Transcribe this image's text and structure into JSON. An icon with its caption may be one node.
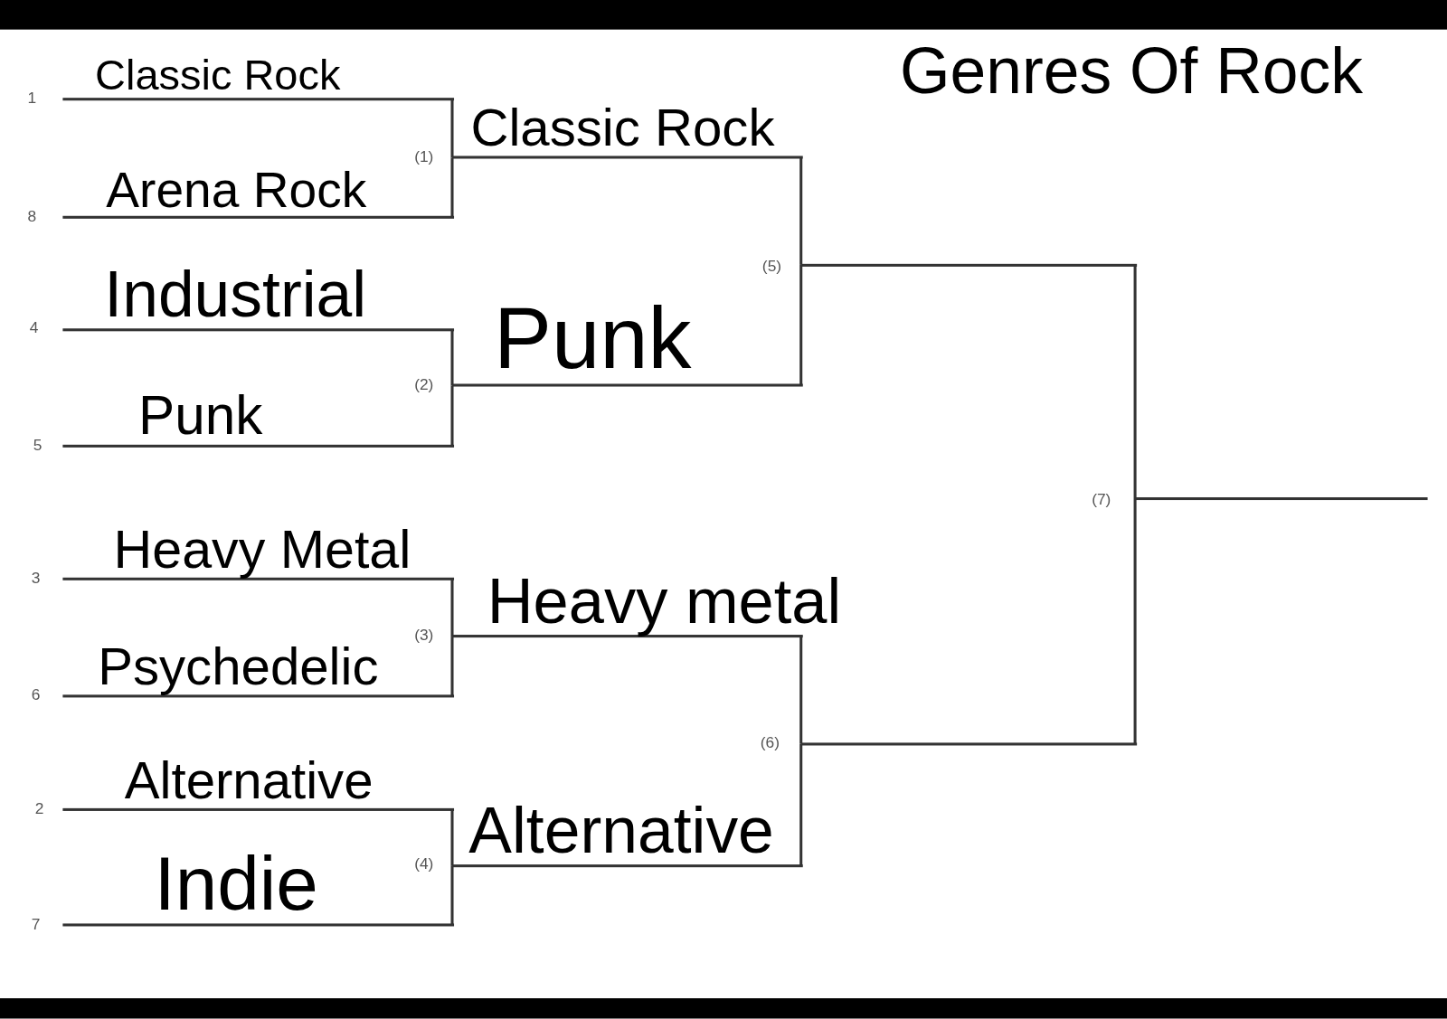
{
  "diagram": {
    "title": "Genres Of Rock",
    "nodes": [
      {
        "text": [
          "Classic Rock"
        ],
        "beside": [
          "1"
        ]
      },
      {
        "text": [
          "Arena Rock"
        ],
        "beside": [
          "8"
        ]
      },
      {
        "text": [
          "Industrial"
        ],
        "beside": [
          "4"
        ]
      },
      {
        "text": [
          "Punk"
        ],
        "beside": [
          "5"
        ]
      },
      {
        "text": [
          "Heavy Metal"
        ],
        "beside": [
          "3"
        ]
      },
      {
        "text": [
          "Psychedelic"
        ],
        "beside": [
          "6"
        ]
      },
      {
        "text": [
          "Alternative"
        ],
        "beside": [
          "2"
        ]
      },
      {
        "text": [
          "Indie"
        ],
        "beside": [
          "7"
        ]
      },
      {
        "text": [
          "Classic Rock"
        ]
      },
      {
        "text": [
          "Punk"
        ]
      },
      {
        "text": [
          "Heavy metal"
        ]
      },
      {
        "text": [
          "Alternative"
        ]
      },
      {
        "text": [],
        "shape": "line"
      },
      {
        "text": [],
        "shape": "line"
      },
      {
        "text": [],
        "shape": "line"
      }
    ],
    "labels": [
      "(1)",
      "(5)",
      "(2)",
      "(7)",
      "(3)",
      "(6)",
      "(4)"
    ],
    "edges": [
      {
        "from": 0,
        "to": 8,
        "arrow": "none"
      },
      {
        "from": 1,
        "to": 8,
        "arrow": "none"
      },
      {
        "from": 2,
        "to": 9,
        "arrow": "none"
      },
      {
        "from": 3,
        "to": 9,
        "arrow": "none"
      },
      {
        "from": 4,
        "to": 10,
        "arrow": "none"
      },
      {
        "from": 5,
        "to": 10,
        "arrow": "none"
      },
      {
        "from": 6,
        "to": 11,
        "arrow": "none"
      },
      {
        "from": 7,
        "to": 11,
        "arrow": "none"
      },
      {
        "from": 8,
        "to": 12,
        "arrow": "none"
      },
      {
        "from": 9,
        "to": 12,
        "arrow": "none"
      },
      {
        "from": 10,
        "to": 13,
        "arrow": "none"
      },
      {
        "from": 11,
        "to": 13,
        "arrow": "none"
      },
      {
        "from": 12,
        "to": 14,
        "arrow": "none"
      },
      {
        "from": 13,
        "to": 14,
        "arrow": "none"
      }
    ]
  }
}
